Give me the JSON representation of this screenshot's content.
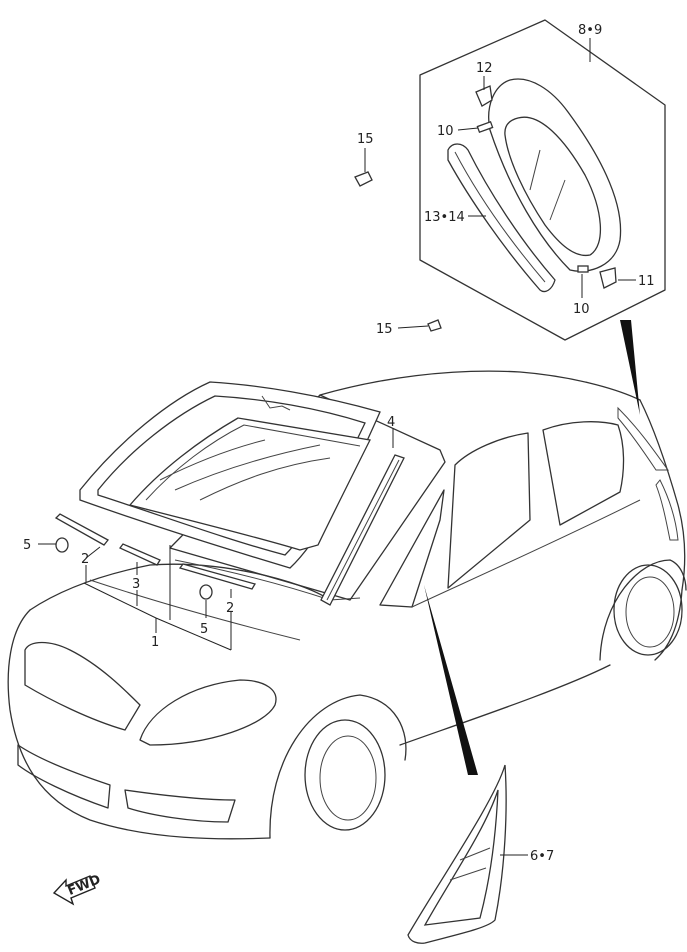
{
  "callouts": {
    "c1": "1",
    "c2a": "2",
    "c2b": "2",
    "c3": "3",
    "c4": "4",
    "c5a": "5",
    "c5b": "5",
    "c67": "6•7",
    "c89": "8•9",
    "c10a": "10",
    "c10b": "10",
    "c11": "11",
    "c12": "12",
    "c1314": "13•14",
    "c15a": "15",
    "c15b": "15"
  },
  "fwd_badge": "FWD"
}
